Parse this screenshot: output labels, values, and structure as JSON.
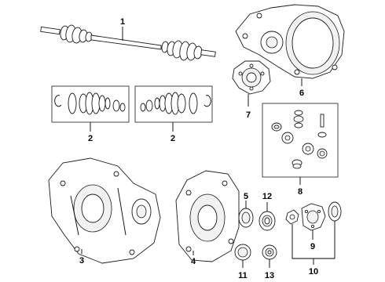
{
  "diagram": {
    "callouts": {
      "c1": "1",
      "c2a": "2",
      "c2b": "2",
      "c3": "3",
      "c4": "4",
      "c5": "5",
      "c6": "6",
      "c7": "7",
      "c8": "8",
      "c9": "9",
      "c10": "10",
      "c11": "11",
      "c12": "12",
      "c13": "13"
    },
    "colors": {
      "stroke": "#1a1a1a",
      "fill": "#ffffff",
      "shade": "#d9d9d9"
    }
  }
}
